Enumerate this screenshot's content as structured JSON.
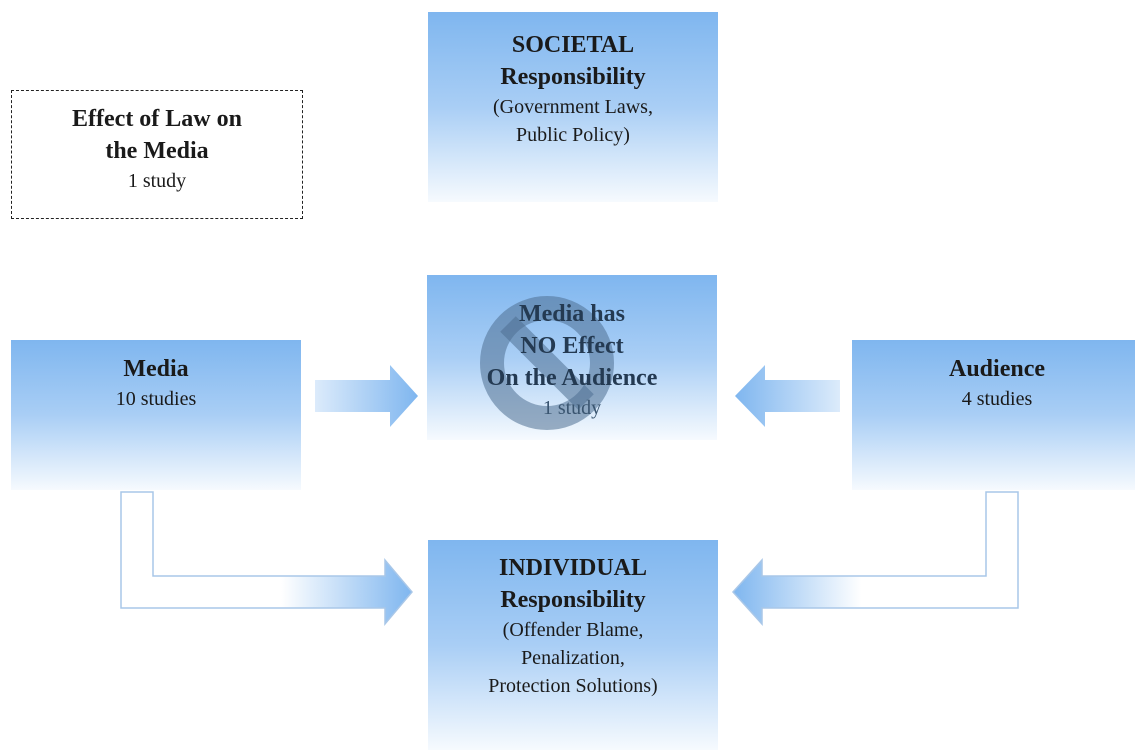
{
  "law_box": {
    "title_line1": "Effect of Law on",
    "title_line2": "the Media",
    "count": "1 study"
  },
  "societal_box": {
    "title_line1": "SOCIETAL",
    "title_line2": "Responsibility",
    "detail_line1": "(Government Laws,",
    "detail_line2": "Public Policy)"
  },
  "no_effect_box": {
    "title_line1": "Media has",
    "title_line2": "NO Effect",
    "title_line3": "On the Audience",
    "count": "1 study",
    "overlay_icon": "prohibition-icon"
  },
  "media_box": {
    "title": "Media",
    "count": "10 studies"
  },
  "audience_box": {
    "title": "Audience",
    "count": "4 studies"
  },
  "individual_box": {
    "title_line1": "INDIVIDUAL",
    "title_line2": "Responsibility",
    "detail_line1": "(Offender Blame,",
    "detail_line2": "Penalization,",
    "detail_line3": "Protection Solutions)"
  },
  "colors": {
    "box_blue": "#7fb6ef",
    "box_fade": "#f6fafe",
    "arrow_blue": "#8bbdf2",
    "outline_blue": "#a9c7e8"
  }
}
